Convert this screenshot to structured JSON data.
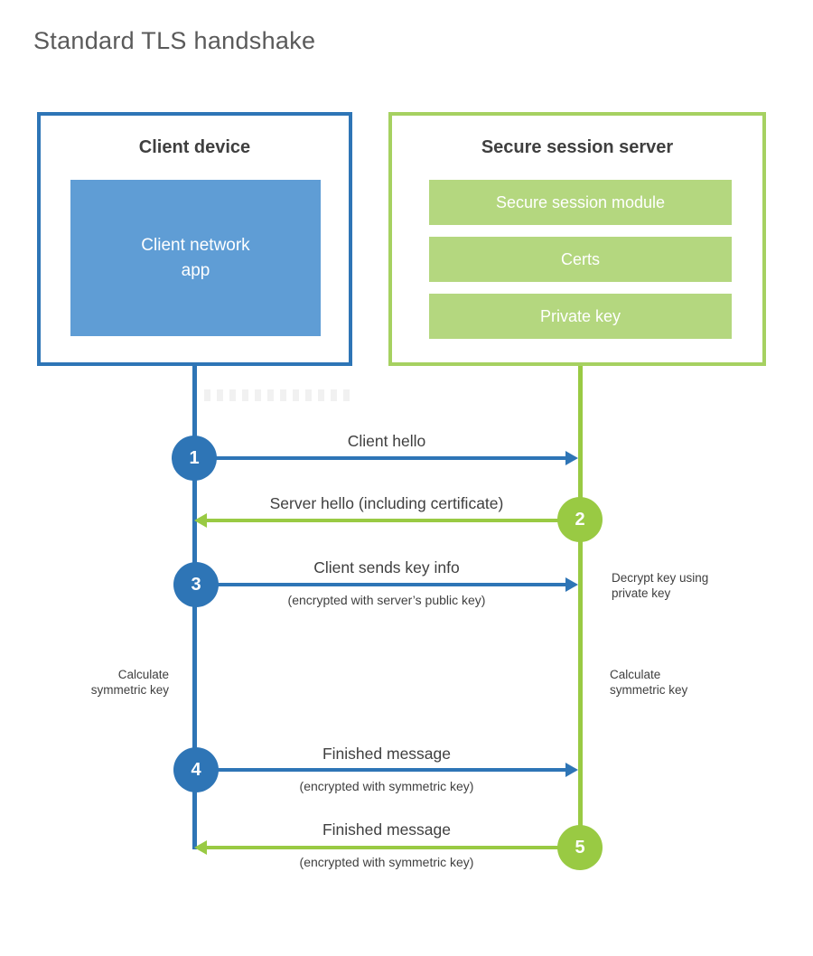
{
  "title": "Standard TLS handshake",
  "client": {
    "title": "Client device",
    "app": {
      "line1": "Client network",
      "line2": "app"
    }
  },
  "server": {
    "title": "Secure session server",
    "modules": [
      "Secure session module",
      "Certs",
      "Private key"
    ]
  },
  "messages": [
    {
      "num": "1",
      "label": "Client hello",
      "sub": "",
      "direction": "client-to-server",
      "color": "#2e75b6"
    },
    {
      "num": "2",
      "label": "Server hello (including certificate)",
      "sub": "",
      "direction": "server-to-client",
      "color": "#99ca43"
    },
    {
      "num": "3",
      "label": "Client sends key info",
      "sub": "(encrypted with server’s public key)",
      "direction": "client-to-server",
      "color": "#2e75b6"
    },
    {
      "num": "4",
      "label": "Finished message",
      "sub": "(encrypted with symmetric key)",
      "direction": "client-to-server",
      "color": "#2e75b6"
    },
    {
      "num": "5",
      "label": "Finished message",
      "sub": "(encrypted with symmetric key)",
      "direction": "server-to-client",
      "color": "#99ca43"
    }
  ],
  "side_notes": {
    "decrypt": {
      "line1": "Decrypt key using",
      "line2": "private key"
    },
    "calc_client": {
      "line1": "Calculate",
      "line2": "symmetric key"
    },
    "calc_server": {
      "line1": "Calculate",
      "line2": "symmetric key"
    }
  },
  "colors": {
    "blue": "#2e75b6",
    "blue_fill": "#5f9dd5",
    "green": "#99ca43",
    "green_border": "#a6d161",
    "green_fill": "#b4d77f",
    "text": "#3f3f3f",
    "title_gray": "#5a5a5a"
  }
}
